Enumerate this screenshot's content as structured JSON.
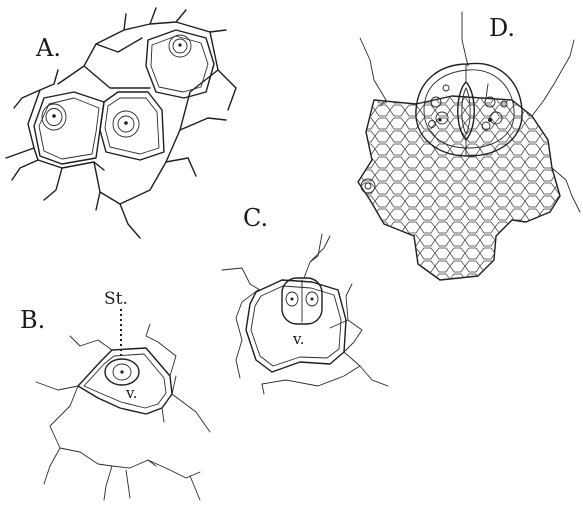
{
  "figure": {
    "labels": {
      "a": "A.",
      "b": "B.",
      "c": "C.",
      "d": "D."
    },
    "annotations": {
      "stoma": "St.",
      "vacuole_b": "v.",
      "vacuole_c": "v."
    }
  }
}
